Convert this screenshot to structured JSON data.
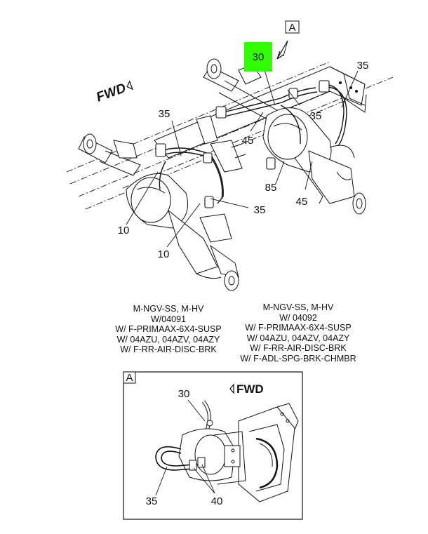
{
  "view_label": "A",
  "fwd_label": "FWD",
  "callouts": {
    "c30_top": "30",
    "c35_a": "35",
    "c35_b": "35",
    "c35_c": "35",
    "c35_d": "35",
    "c45_a": "45",
    "c45_b": "45",
    "c85": "85",
    "c10_a": "10",
    "c10_b": "10"
  },
  "highlight_color": "#33ff00",
  "note_left": [
    "M-NGV-SS, M-HV",
    "W/04091",
    "W/ F-PRIMAAX-6X4-SUSP",
    "W/ 04AZU, 04AZV, 04AZY",
    "W/ F-RR-AIR-DISC-BRK"
  ],
  "note_right": [
    "M-NGV-SS, M-HV",
    "W/ 04092",
    "W/ F-PRIMAAX-6X4-SUSP",
    "W/ 04AZU, 04AZV, 04AZY",
    "W/ F-RR-AIR-DISC-BRK",
    "W/ F-ADL-SPG-BRK-CHMBR"
  ],
  "detail": {
    "label": "A",
    "fwd_label": "FWD",
    "c30": "30",
    "c35": "35",
    "c40": "40"
  }
}
